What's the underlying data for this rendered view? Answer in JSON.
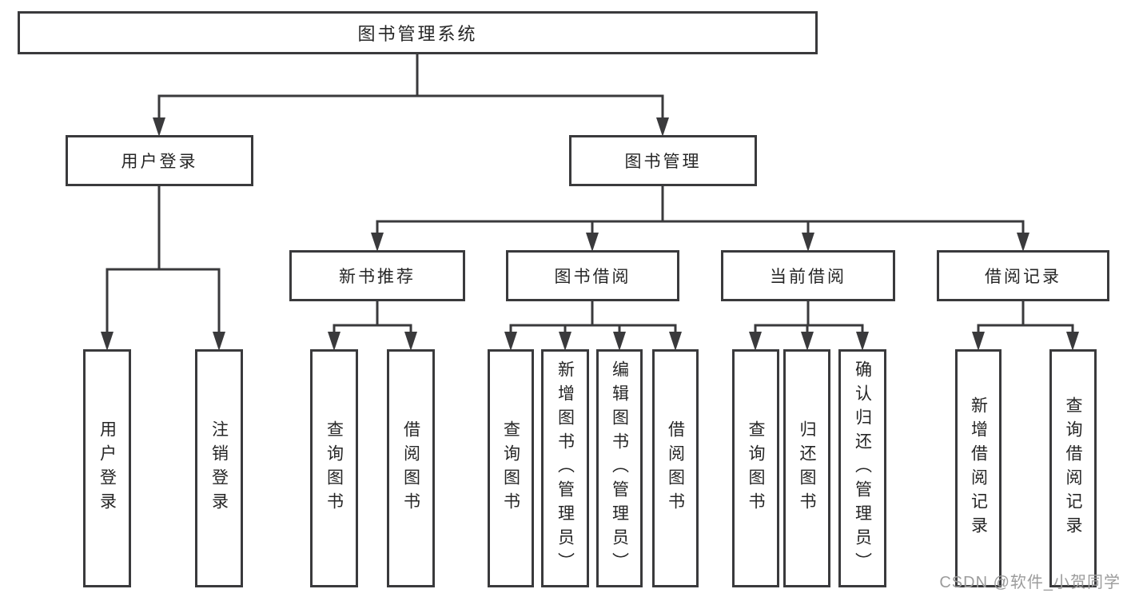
{
  "watermark": "CSDN @软件_小贺同学",
  "colors": {
    "line": "#3a3a3c",
    "text": "#262626",
    "watermark": "#9c9c9c",
    "background": "#ffffff"
  },
  "diagram": {
    "root": {
      "label": "图书管理系统",
      "children": [
        {
          "label": "用户登录",
          "children": [
            {
              "label": "用户登录"
            },
            {
              "label": "注销登录"
            }
          ]
        },
        {
          "label": "图书管理",
          "children": [
            {
              "label": "新书推荐",
              "children": [
                {
                  "label": "查询图书"
                },
                {
                  "label": "借阅图书"
                }
              ]
            },
            {
              "label": "图书借阅",
              "children": [
                {
                  "label": "查询图书"
                },
                {
                  "label": "新增图书（管理员）"
                },
                {
                  "label": "编辑图书（管理员）"
                },
                {
                  "label": "借阅图书"
                }
              ]
            },
            {
              "label": "当前借阅",
              "children": [
                {
                  "label": "查询图书"
                },
                {
                  "label": "归还图书"
                },
                {
                  "label": "确认归还（管理员）"
                }
              ]
            },
            {
              "label": "借阅记录",
              "children": [
                {
                  "label": "新增借阅记录"
                },
                {
                  "label": "查询借阅记录"
                }
              ]
            }
          ]
        }
      ]
    }
  }
}
